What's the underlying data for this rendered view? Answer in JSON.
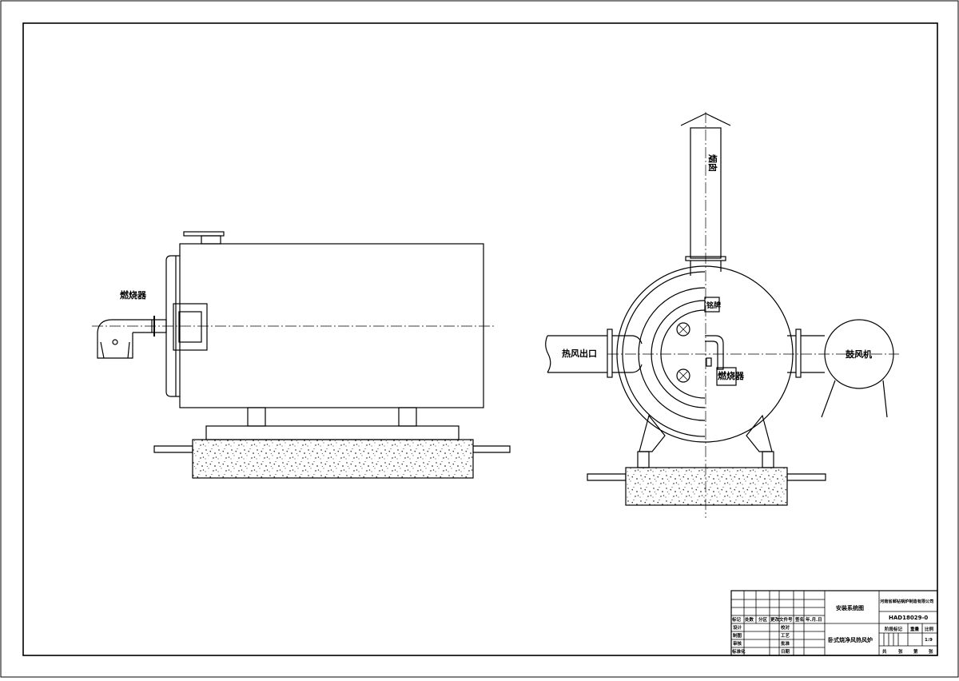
{
  "labels": {
    "burner_left": "燃烧器",
    "chimney": "烟囱",
    "nameplate": "铭牌",
    "hot_air_outlet": "热风出口",
    "burner_right": "燃烧器",
    "blower": "鼓风机"
  },
  "title_block": {
    "drawing_name": "安装系统图",
    "company": "河南省郸钻锅炉制造有限公司",
    "drawing_no": "HAD18029-0",
    "product_name": "卧式烧净风热风炉",
    "stage_mark": "阶段标记",
    "weight": "重量",
    "scale_label": "比例",
    "scale_value": "1:9",
    "total": "共",
    "sheets": "张",
    "sheet": "第",
    "sheet2": "张",
    "rev_headers": [
      "标记",
      "处数",
      "分区",
      "更改文件号",
      "签名",
      "年.月.日"
    ],
    "roles": [
      "设计",
      "制图",
      "审核",
      "标准化"
    ],
    "roles2": [
      "校对",
      "工艺",
      "批准",
      "日期"
    ]
  }
}
